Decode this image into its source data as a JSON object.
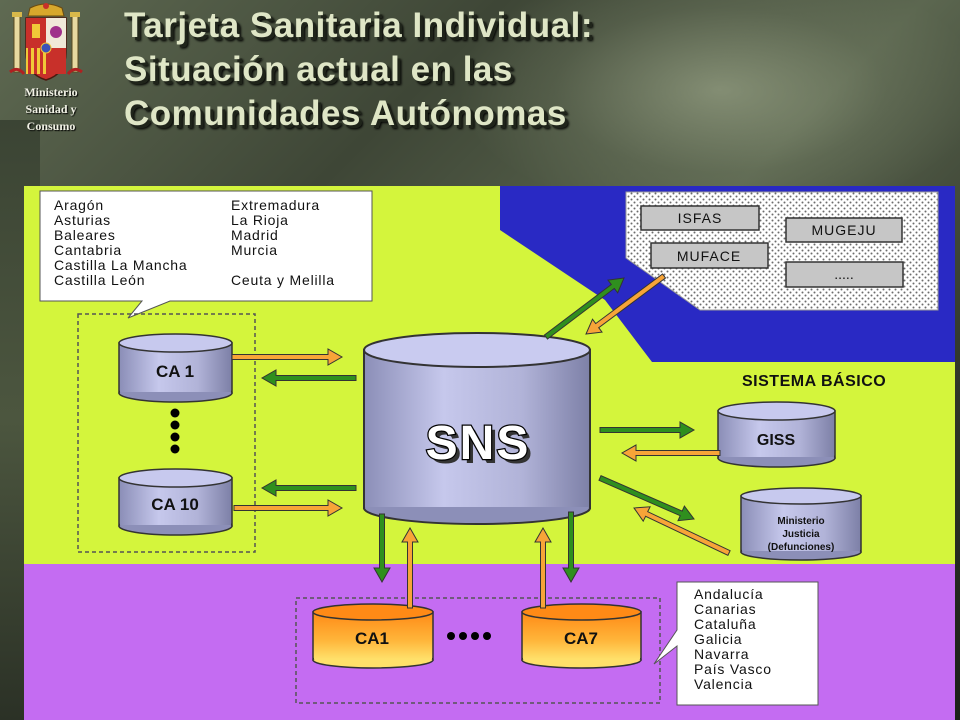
{
  "header": {
    "title_lines": [
      "Tarjeta Sanitaria Individual:",
      "Situación actual en las",
      "Comunidades Autónomas"
    ],
    "ministry_lines": [
      "Ministerio",
      "Sanidad y",
      "Consumo"
    ]
  },
  "diagram": {
    "center_label": "SNS",
    "region_label": "SISTEMA BÁSICO",
    "top_ca_list_left": [
      "Aragón",
      "Asturias",
      "Baleares",
      "Cantabria",
      "Castilla La Mancha",
      "Castilla León"
    ],
    "top_ca_list_right": [
      "Extremadura",
      "La Rioja",
      "Madrid",
      "Murcia",
      "",
      "Ceuta y Melilla"
    ],
    "bottom_ca_list": [
      "Andalucía",
      "Canarias",
      "Cataluña",
      "Galicia",
      "Navarra",
      "País Vasco",
      "Valencia"
    ],
    "ca_top": [
      "CA 1",
      "CA 10"
    ],
    "ca_bottom": [
      "CA1",
      "CA7"
    ],
    "mutuals": [
      "ISFAS",
      "MUGEJU",
      "MUFACE",
      "....."
    ],
    "giss": "GISS",
    "justice_lines": [
      "Ministerio",
      "Justicia",
      "(Defunciones)"
    ]
  },
  "colors": {
    "lime": "#d4f53c",
    "violet": "#c46cf2",
    "blue": "#2929c4",
    "cylinder": "#b9bbdf",
    "orange_cyl": "#ff9b1f",
    "green_arrow": "#2f8f1e",
    "orange_arrow": "#f7a438"
  }
}
